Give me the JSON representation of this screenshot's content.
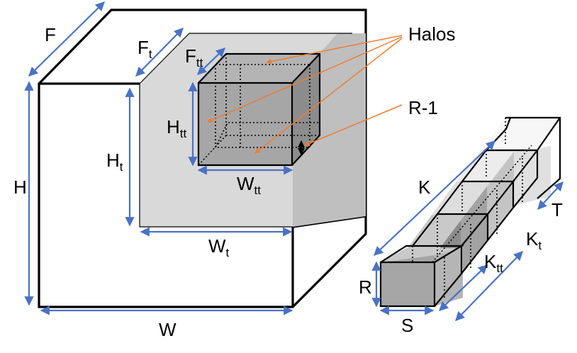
{
  "labels": {
    "F": "F",
    "Ft_main": "F",
    "Ft_sub": "t",
    "Ftt_main": "F",
    "Ftt_sub": "tt",
    "halos": "Halos",
    "r1": "R-1",
    "H": "H",
    "Ht_main": "H",
    "Ht_sub": "t",
    "Htt_main": "H",
    "Htt_sub": "tt",
    "Wtt_main": "W",
    "Wtt_sub": "tt",
    "Wt_main": "W",
    "Wt_sub": "t",
    "W": "W",
    "K": "K",
    "T": "T",
    "Kt_main": "K",
    "Kt_sub": "t",
    "Ktt_main": "K",
    "Ktt_sub": "tt",
    "R": "R",
    "S": "S"
  },
  "colors": {
    "dimension_arrow": "#4a72c4",
    "pointer_line": "#ed7d31",
    "edge": "#000000",
    "face_light": "#d9d9d9",
    "face_mid": "#bfbfbf",
    "face_dark": "#a6a6a6",
    "face_side_dark": "#8c8c8c"
  }
}
